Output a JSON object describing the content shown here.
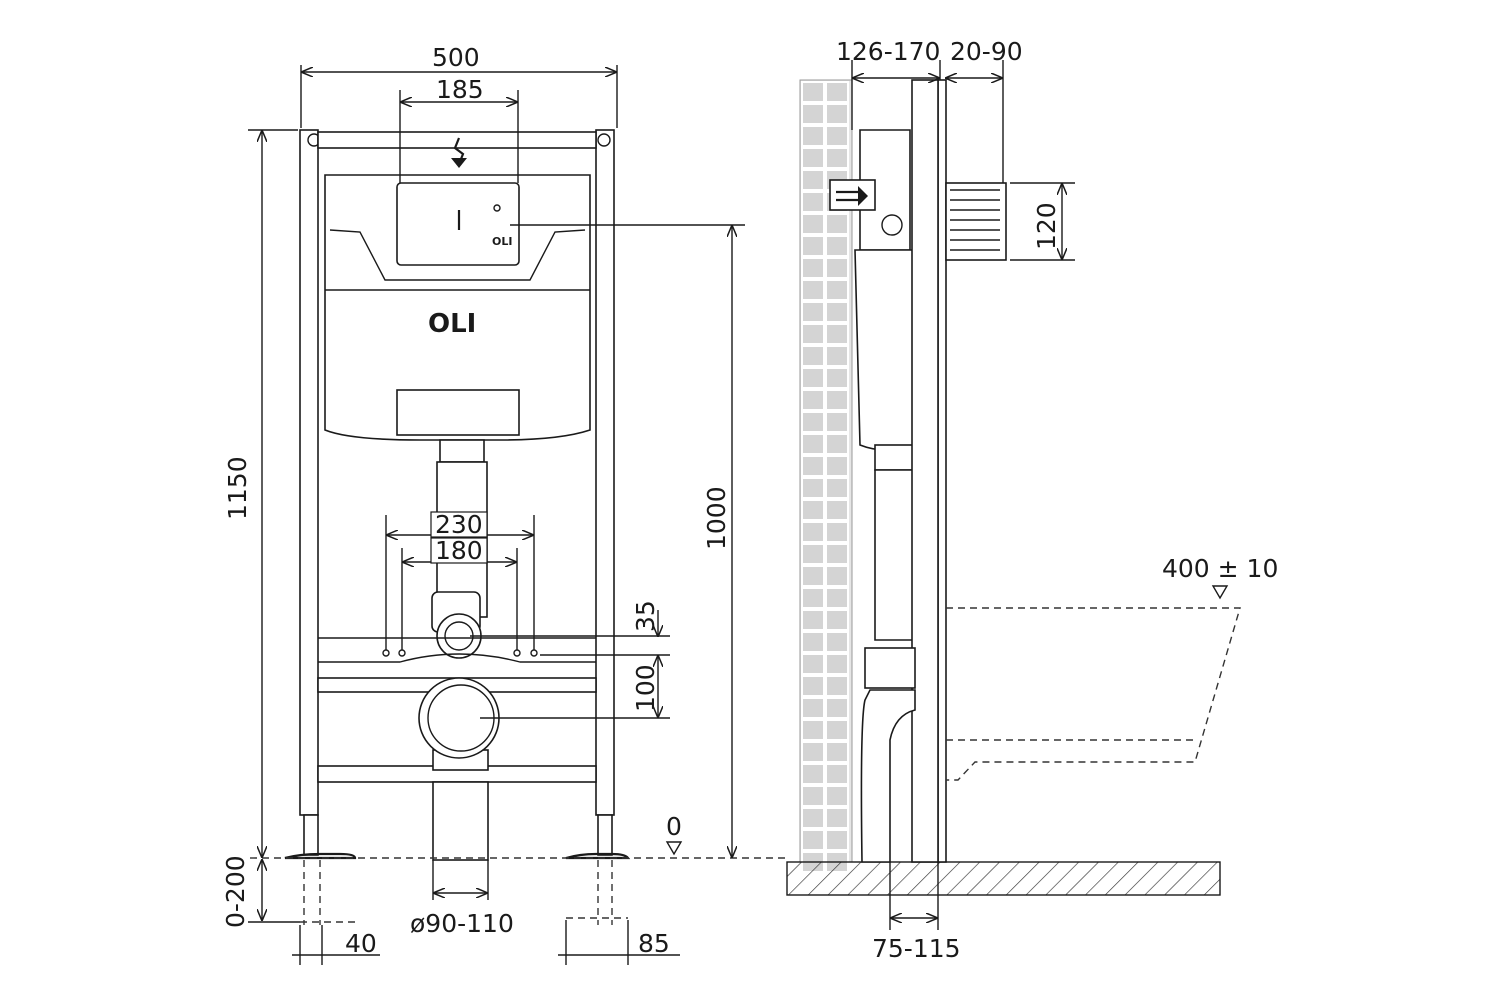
{
  "brand": {
    "logo": "OLI"
  },
  "front_view": {
    "frame_width": "500",
    "plate_width": "185",
    "total_height": "1150",
    "actuator_height": "1000",
    "bolt_spacing_outer": "230",
    "bolt_spacing_inner": "180",
    "supply_offset": "35",
    "drain_offset": "100",
    "leg_adjustment": "0-200",
    "leg_width": "40",
    "drain_diameter": "ø90-110",
    "foot_width": "85",
    "floor_level": "0"
  },
  "side_view": {
    "wall_depth": "126-170",
    "finish_thickness": "20-90",
    "plate_height": "120",
    "bowl_height": "400 ± 10",
    "drain_depth": "75-115"
  }
}
